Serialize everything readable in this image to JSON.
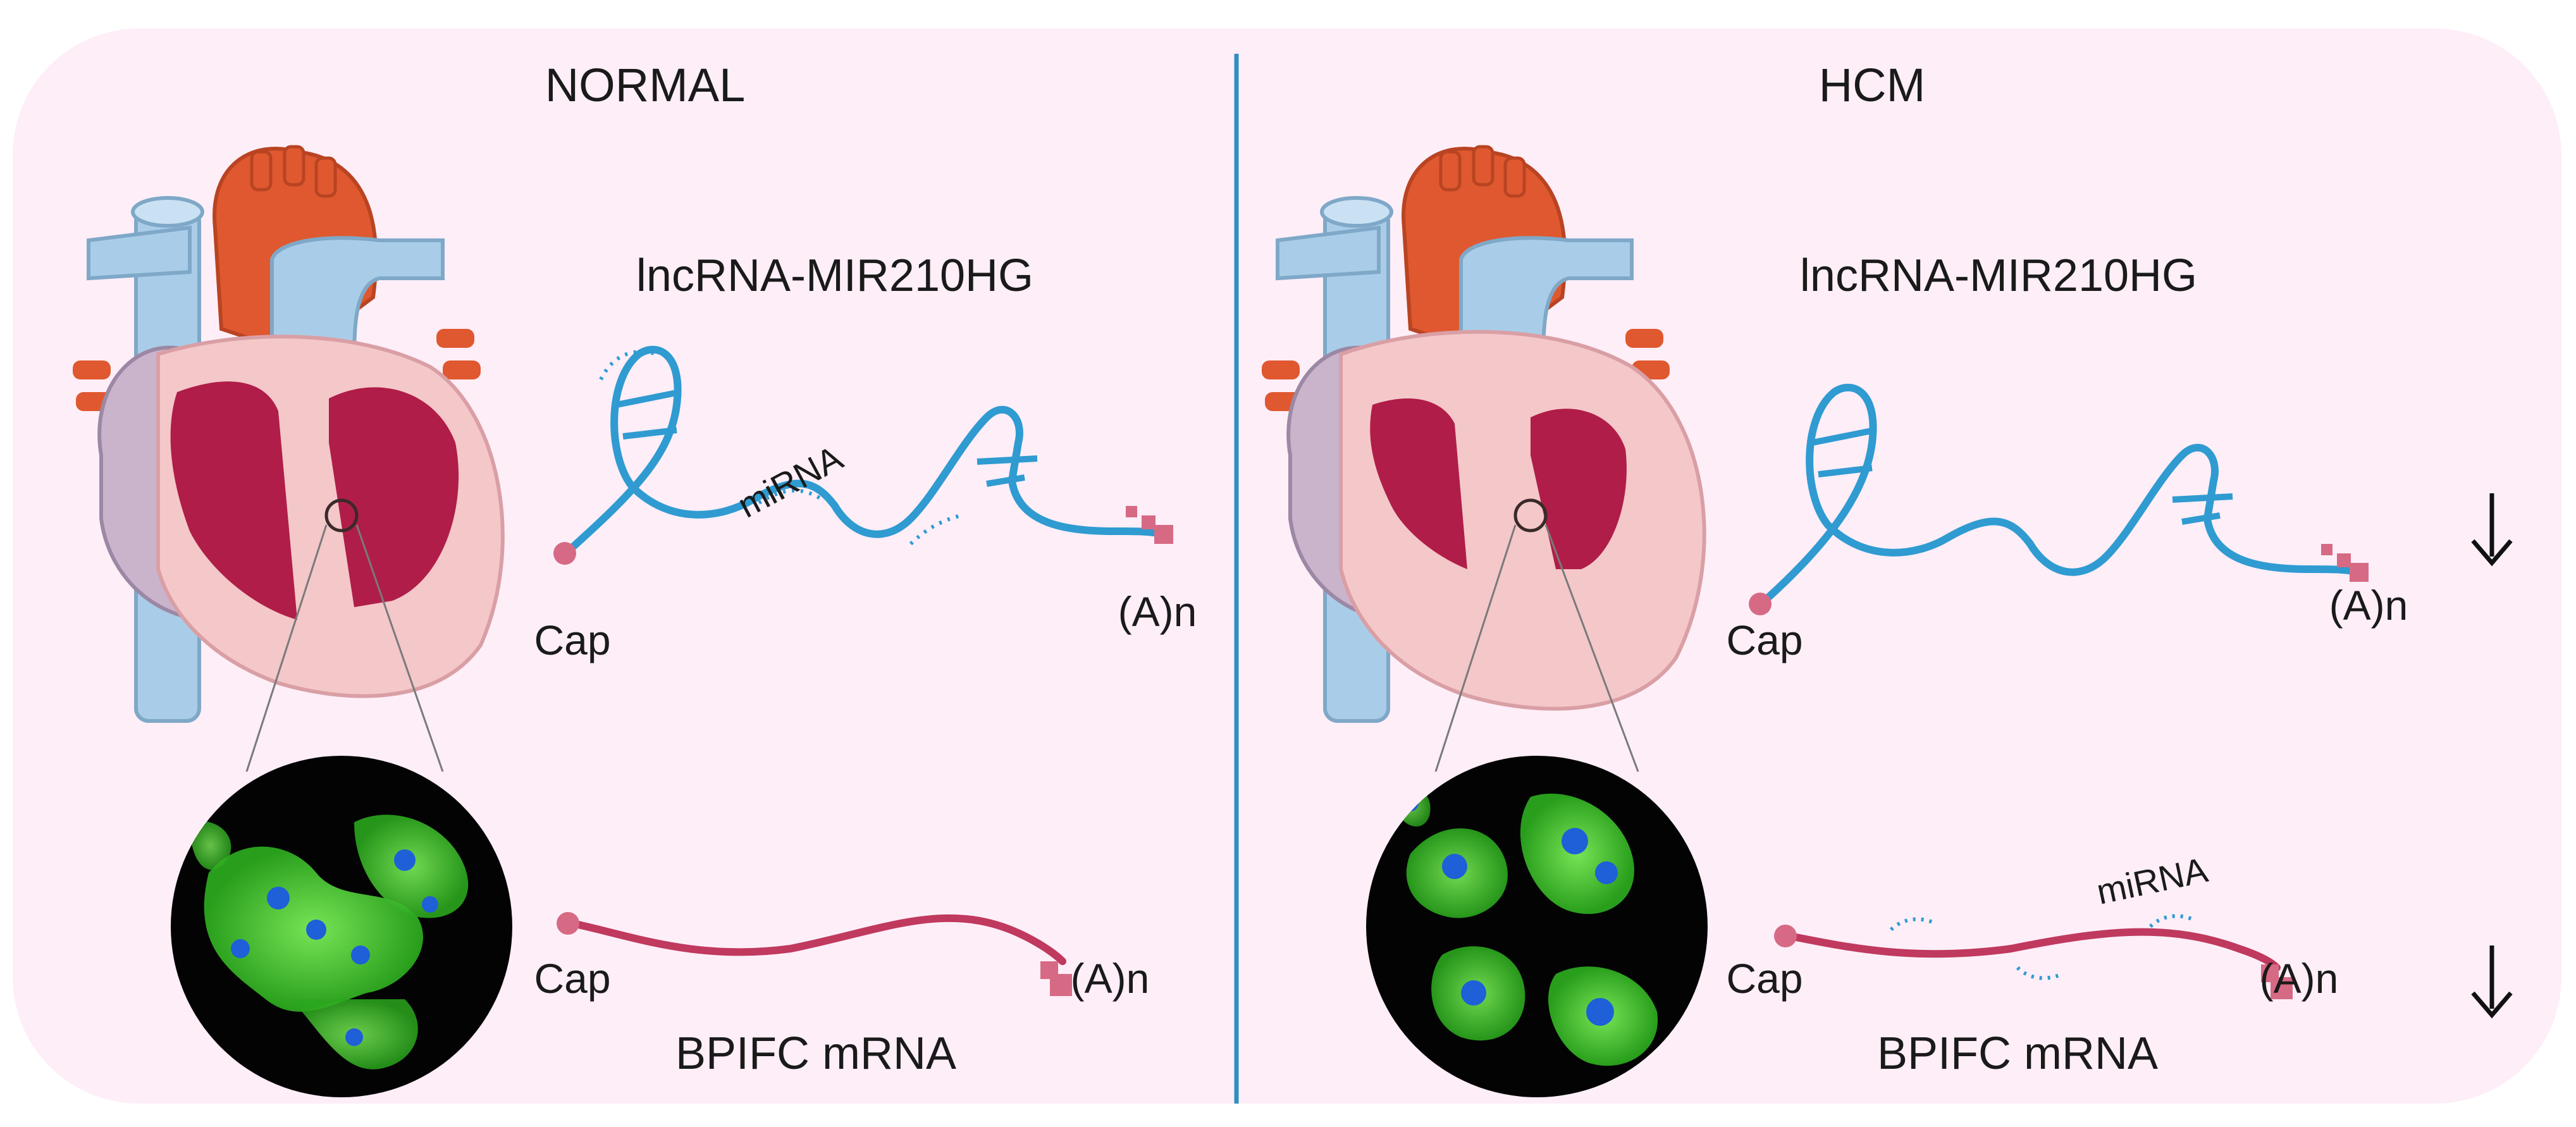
{
  "panels": [
    {
      "title": "NORMAL",
      "lnc_label": "lncRNA-MIR210HG",
      "lnc_mirna_label": "miRNA",
      "lnc_cap": "Cap",
      "lnc_polya": "(A)n",
      "mrna_cap": "Cap",
      "mrna_polya": "(A)n",
      "mrna_label": "BPIFC mRNA"
    },
    {
      "title": "HCM",
      "lnc_label": "lncRNA-MIR210HG",
      "lnc_cap": "Cap",
      "lnc_polya": "(A)n",
      "mrna_cap": "Cap",
      "mrna_polya": "(A)n",
      "mrna_mirna_label": "miRNA",
      "mrna_label": "BPIFC mRNA"
    }
  ],
  "colors": {
    "background_panel": "#fdeef8",
    "divider": "#2f8fc0",
    "lncrna": "#2f9bd1",
    "mrna": "#c0395e",
    "rna_end": "#d66a85",
    "fluor_bg": "#030303",
    "fluor_cell": "#3fbf2a",
    "fluor_nucleus": "#1f5fd8",
    "artery": "#e0582f",
    "vein": "#a9cde8",
    "myocardium": "#f4c7c9",
    "chamber": "#b01d48"
  },
  "icons": [
    "heart-illustration",
    "down-arrow-icon",
    "microscope-fluorescence-image"
  ]
}
